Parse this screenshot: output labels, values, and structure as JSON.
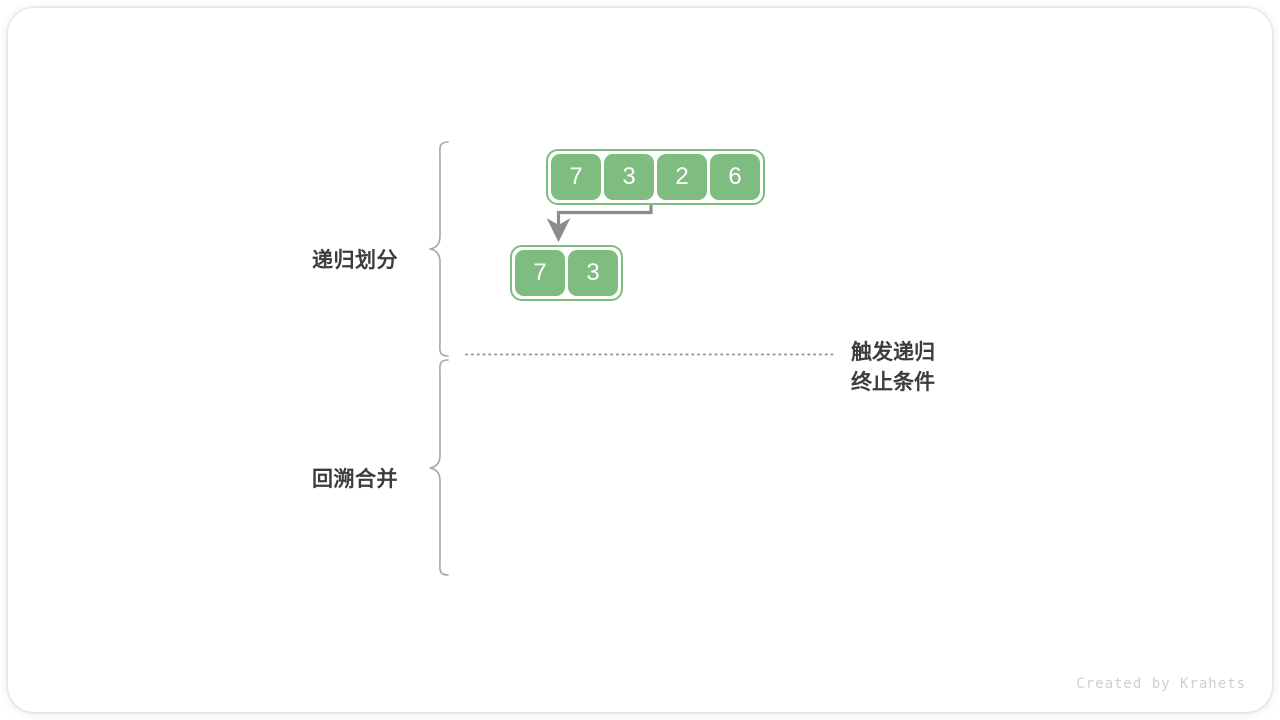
{
  "figure": {
    "background_color": "#ffffff",
    "accent_color": "#7fbc7f",
    "text_color": "#3c3c3c",
    "connector_color": "#8c8c8c",
    "divider_color": "#9a9a9a"
  },
  "sections": [
    {
      "id": "divide",
      "label": "递归划分"
    },
    {
      "id": "merge",
      "label": "回溯合并"
    }
  ],
  "annotation": {
    "line1": "触发递归",
    "line2": "终止条件"
  },
  "arrays": [
    {
      "id": "array-top",
      "values": [
        "7",
        "3",
        "2",
        "6"
      ]
    },
    {
      "id": "array-left",
      "values": [
        "7",
        "3"
      ]
    }
  ],
  "footer": {
    "credit": "Created by Krahets"
  }
}
